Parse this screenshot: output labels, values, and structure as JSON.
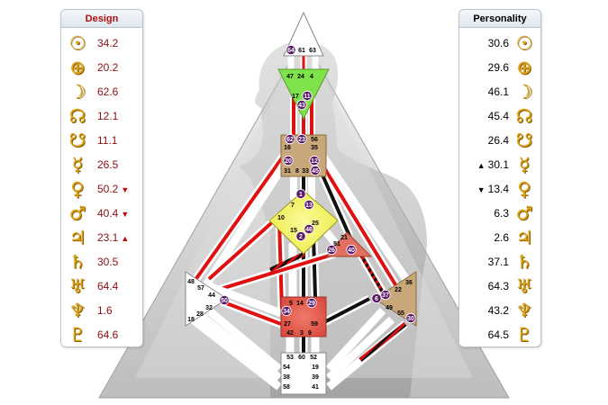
{
  "design": {
    "title": "Design",
    "rows": [
      {
        "icon": "sun-icon",
        "glyph": "☉",
        "value": "34.2",
        "arrow": ""
      },
      {
        "icon": "earth-icon",
        "glyph": "⊕",
        "value": "20.2",
        "arrow": ""
      },
      {
        "icon": "moon-icon",
        "glyph": "☽",
        "value": "62.6",
        "arrow": ""
      },
      {
        "icon": "north-node-icon",
        "glyph": "☊",
        "value": "12.1",
        "arrow": ""
      },
      {
        "icon": "south-node-icon",
        "glyph": "☋",
        "value": "11.1",
        "arrow": ""
      },
      {
        "icon": "mercury-icon",
        "glyph": "☿",
        "value": "26.5",
        "arrow": ""
      },
      {
        "icon": "venus-icon",
        "glyph": "♀",
        "value": "50.2",
        "arrow": "▼"
      },
      {
        "icon": "mars-icon",
        "glyph": "♂",
        "value": "40.4",
        "arrow": "▼"
      },
      {
        "icon": "jupiter-icon",
        "glyph": "♃",
        "value": "23.1",
        "arrow": "▲"
      },
      {
        "icon": "saturn-icon",
        "glyph": "♄",
        "value": "30.5",
        "arrow": ""
      },
      {
        "icon": "uranus-icon",
        "glyph": "♅",
        "value": "64.4",
        "arrow": ""
      },
      {
        "icon": "neptune-icon",
        "glyph": "♆",
        "value": "1.6",
        "arrow": ""
      },
      {
        "icon": "pluto-icon",
        "glyph": "♇",
        "value": "64.6",
        "arrow": ""
      }
    ]
  },
  "personality": {
    "title": "Personality",
    "rows": [
      {
        "icon": "sun-icon",
        "glyph": "☉",
        "value": "30.6",
        "arrow": ""
      },
      {
        "icon": "earth-icon",
        "glyph": "⊕",
        "value": "29.6",
        "arrow": ""
      },
      {
        "icon": "moon-icon",
        "glyph": "☽",
        "value": "46.1",
        "arrow": ""
      },
      {
        "icon": "north-node-icon",
        "glyph": "☊",
        "value": "45.4",
        "arrow": ""
      },
      {
        "icon": "south-node-icon",
        "glyph": "☋",
        "value": "26.4",
        "arrow": ""
      },
      {
        "icon": "mercury-icon",
        "glyph": "☿",
        "value": "30.1",
        "arrow": "▲"
      },
      {
        "icon": "venus-icon",
        "glyph": "♀",
        "value": "13.4",
        "arrow": "▼"
      },
      {
        "icon": "mars-icon",
        "glyph": "♂",
        "value": "6.3",
        "arrow": ""
      },
      {
        "icon": "jupiter-icon",
        "glyph": "♃",
        "value": "2.6",
        "arrow": ""
      },
      {
        "icon": "saturn-icon",
        "glyph": "♄",
        "value": "37.1",
        "arrow": ""
      },
      {
        "icon": "uranus-icon",
        "glyph": "♅",
        "value": "64.3",
        "arrow": ""
      },
      {
        "icon": "neptune-icon",
        "glyph": "♆",
        "value": "43.2",
        "arrow": ""
      },
      {
        "icon": "pluto-icon",
        "glyph": "♇",
        "value": "64.5",
        "arrow": ""
      }
    ]
  },
  "colors": {
    "head": "#ffffff",
    "ajna": "#7ee24a",
    "throat": "#c8a77a",
    "g_center": "#f0f04a",
    "heart": "#e27060",
    "spleen": "#ffffff",
    "sacral": "#e0554a",
    "solar_plexus": "#c8a77a",
    "root": "#ffffff",
    "channel_red": "#e01010",
    "channel_black": "#111111",
    "gate_badge": "#5a1a6a"
  },
  "chart": {
    "gates": {
      "g64": "64",
      "g61": "61",
      "g63": "63",
      "g47": "47",
      "g24": "24",
      "g4": "4",
      "g17": "17",
      "g11": "11",
      "g43": "43",
      "g62": "62",
      "g23": "23",
      "g56": "56",
      "g16": "16",
      "g35": "35",
      "g20": "20",
      "g12": "12",
      "g31": "31",
      "g8": "8",
      "g33": "33",
      "g45": "45",
      "g1": "1",
      "g7": "7",
      "g13": "13",
      "g10": "10",
      "g25": "25",
      "g15": "15",
      "g46": "46",
      "g2": "2",
      "g21": "21",
      "g51": "51",
      "g26": "26",
      "g40": "40",
      "g48": "48",
      "g57": "57",
      "g44": "44",
      "g50": "50",
      "g32": "32",
      "g28": "28",
      "g18": "18",
      "g5": "5",
      "g14": "14",
      "g29": "29",
      "g34": "34",
      "g27": "27",
      "g59": "59",
      "g42": "42",
      "g3": "3",
      "g9": "9",
      "g36": "36",
      "g22": "22",
      "g37": "37",
      "g6": "6",
      "g49": "49",
      "g55": "55",
      "g30": "30",
      "g53": "53",
      "g60": "60",
      "g52": "52",
      "g54": "54",
      "g19": "19",
      "g38": "38",
      "g39": "39",
      "g58": "58",
      "g41": "41"
    }
  }
}
